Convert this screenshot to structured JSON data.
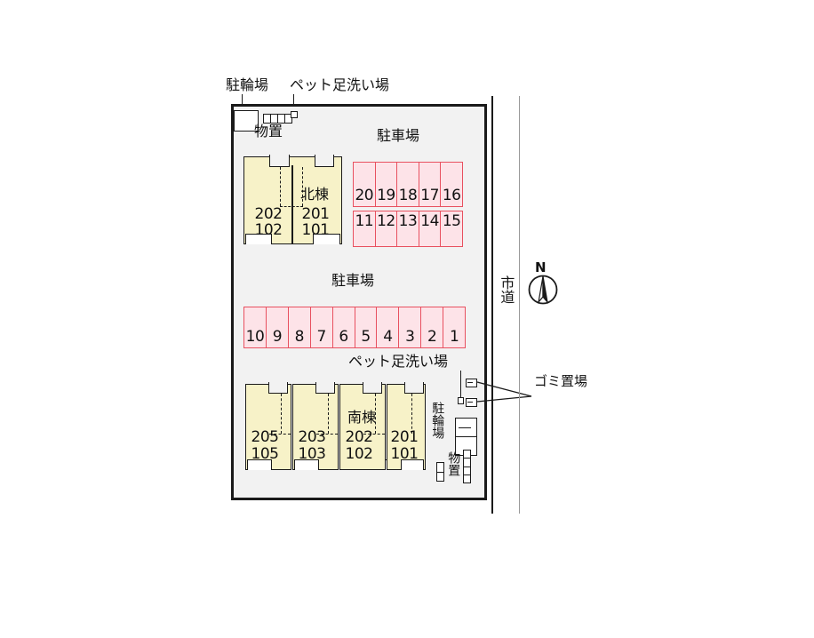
{
  "site": {
    "title": "apartment-site-plan",
    "road_label": "市道",
    "compass_north": "N"
  },
  "top_annotations": {
    "bicycle_parking": "駐輪場",
    "pet_foot_wash": "ペット足洗い場",
    "storage": "物置"
  },
  "north_building": {
    "name": "北棟",
    "units": [
      {
        "upper": "202",
        "lower": "102"
      },
      {
        "upper": "201",
        "lower": "101"
      }
    ]
  },
  "south_building": {
    "name": "南棟",
    "pet_foot_wash": "ペット足洗い場",
    "units": [
      {
        "upper": "205",
        "lower": "105"
      },
      {
        "upper": "203",
        "lower": "103"
      },
      {
        "upper": "202",
        "lower": "102"
      },
      {
        "upper": "201",
        "lower": "101"
      }
    ]
  },
  "parking": {
    "label_upper": "駐車場",
    "label_lower": "駐車場",
    "row_top": [
      "20",
      "19",
      "18",
      "17",
      "16"
    ],
    "row_mid": [
      "11",
      "12",
      "13",
      "14",
      "15"
    ],
    "row_bottom": [
      "10",
      "9",
      "8",
      "7",
      "6",
      "5",
      "4",
      "3",
      "2",
      "1"
    ]
  },
  "south_facilities": {
    "bicycle_parking": "駐輪場",
    "storage": "物置",
    "garbage": "ゴミ置場"
  },
  "colors": {
    "building_fill": "#f7f2c8",
    "parking_fill": "#fde3e8",
    "parking_stroke": "#e8505f",
    "plot_fill": "#f2f2f2",
    "ink": "#1a1a1a"
  }
}
